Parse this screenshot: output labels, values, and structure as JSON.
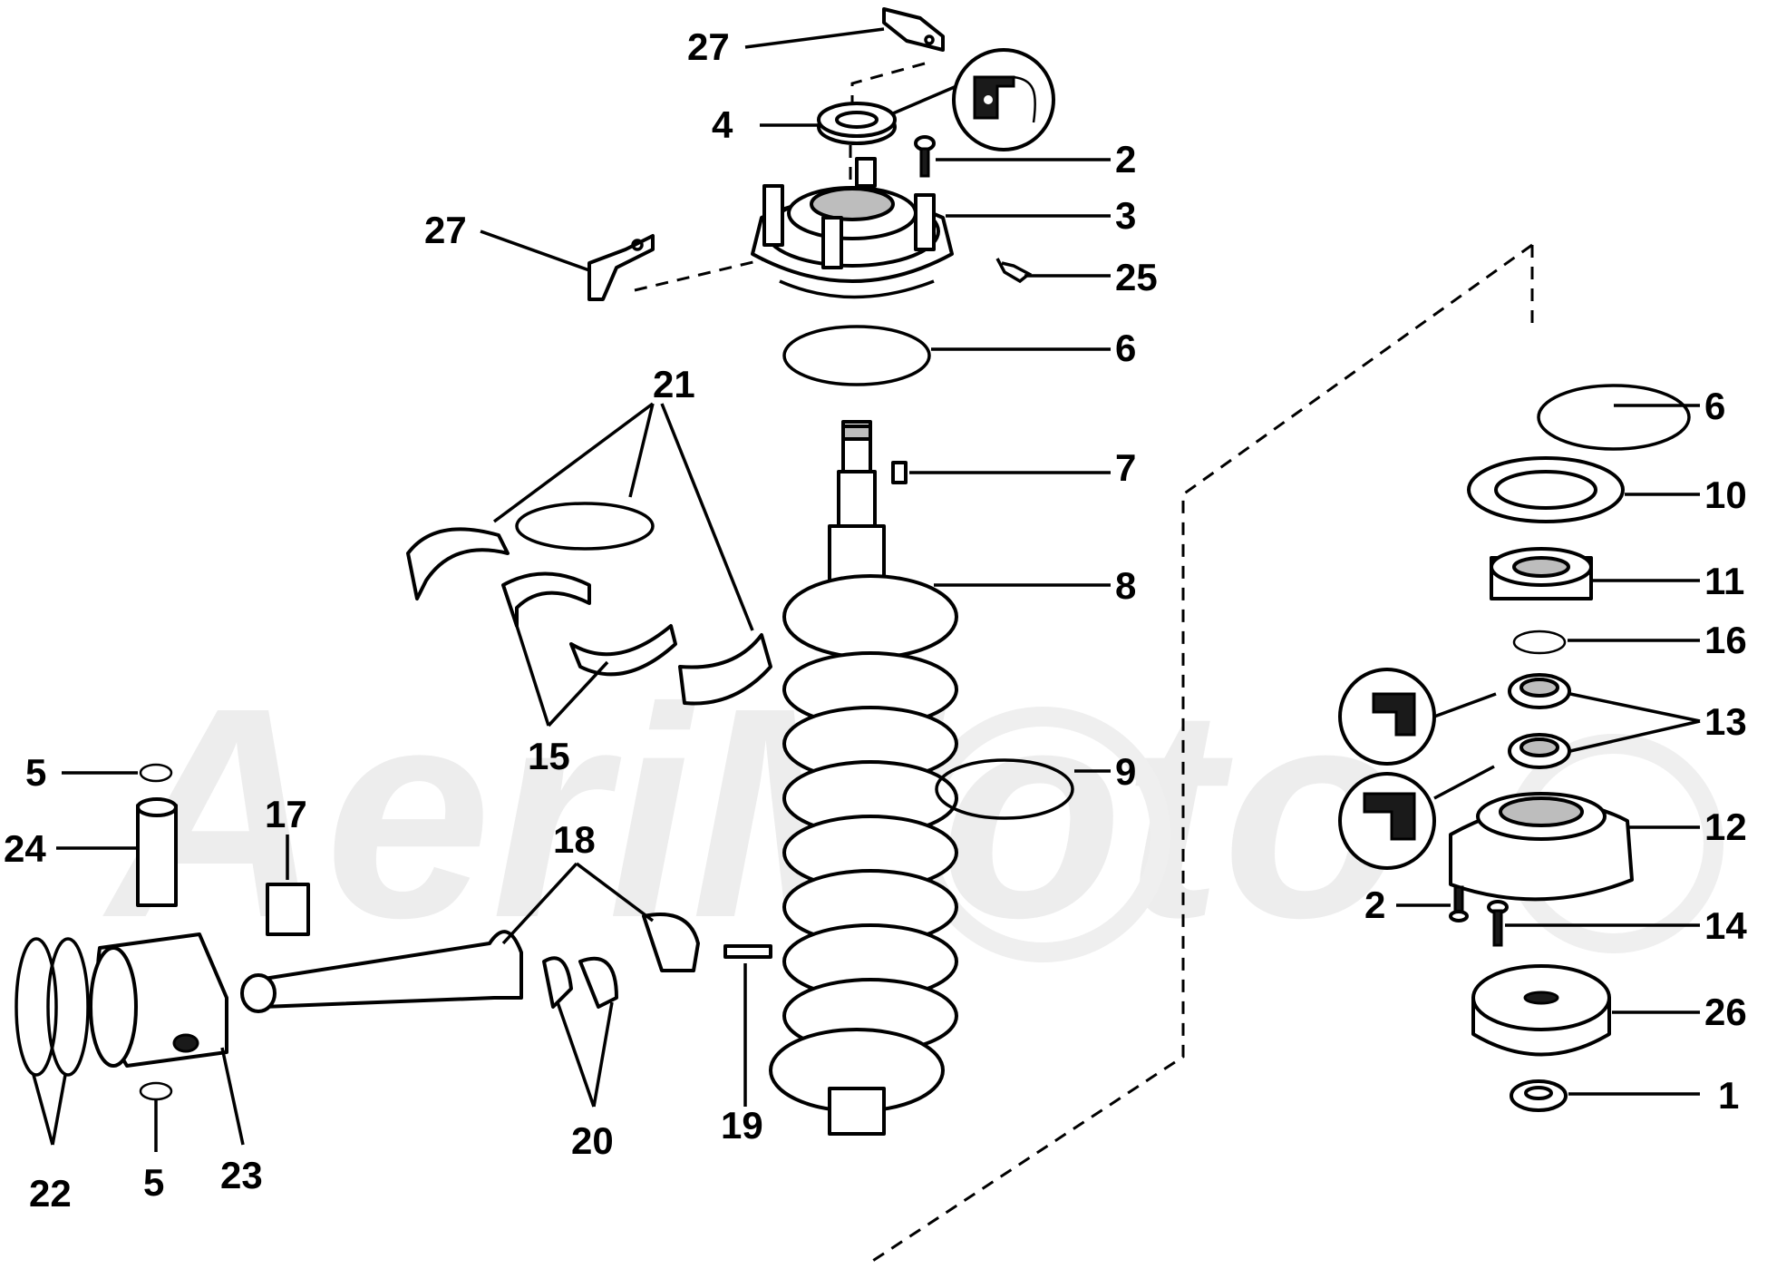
{
  "watermark": {
    "text": "AeriMoto"
  },
  "callouts": {
    "c27_top": "27",
    "c4": "4",
    "c2_top": "2",
    "c3": "3",
    "c27_left": "27",
    "c25": "25",
    "c6_center": "6",
    "c21": "21",
    "c6_right": "6",
    "c7": "7",
    "c10": "10",
    "c8": "8",
    "c11": "11",
    "c16": "16",
    "c15": "15",
    "c13": "13",
    "c5_top": "5",
    "c9": "9",
    "c17": "17",
    "c24": "24",
    "c18": "18",
    "c12": "12",
    "c2_right": "2",
    "c14": "14",
    "c26": "26",
    "c1": "1",
    "c19": "19",
    "c20": "20",
    "c22": "22",
    "c5_bottom": "5",
    "c23": "23"
  }
}
